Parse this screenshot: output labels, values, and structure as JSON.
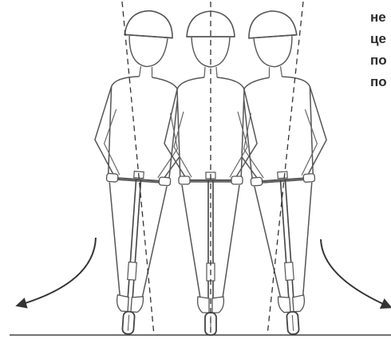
{
  "caption_lines": [
    "не",
    "це",
    "по",
    "по"
  ],
  "figure": {
    "figures_count": 3,
    "line_color": "#555555",
    "centerline_color": "#333333",
    "arrows": [
      "left-turn-arrow",
      "right-turn-arrow"
    ]
  }
}
